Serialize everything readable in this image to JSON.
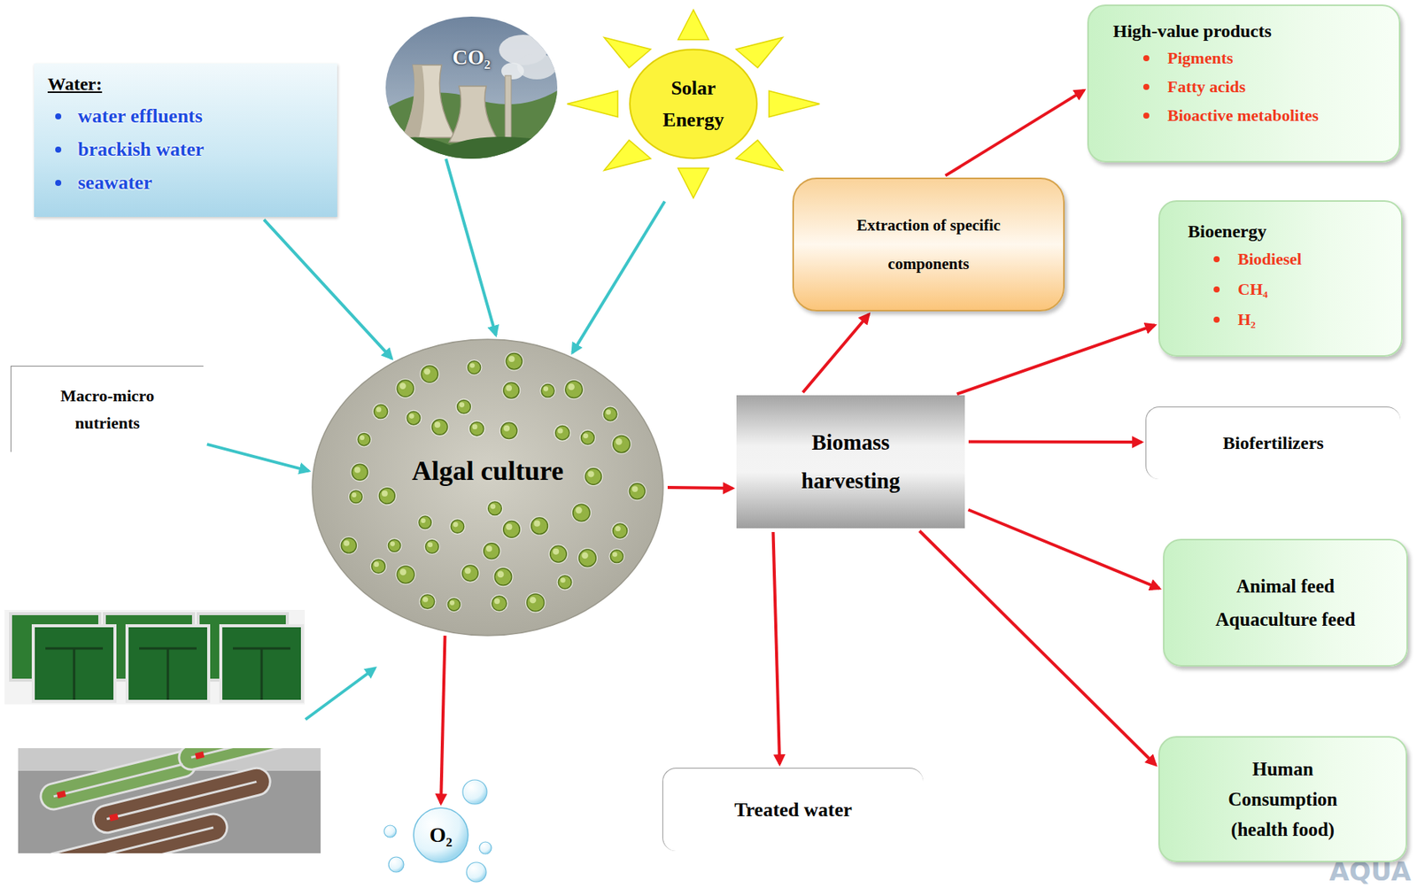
{
  "diagram": {
    "nodes": [
      {
        "text": [
          "Water:",
          "water effluents",
          "brackish water",
          "seawater"
        ]
      },
      {
        "text": [
          "CO₂"
        ]
      },
      {
        "text": [
          "Solar Energy"
        ]
      },
      {
        "text": [
          "Macro-micro nutrients"
        ]
      },
      {
        "text": [
          "Algal culture"
        ]
      },
      {
        "text": [
          "Biomass harvesting"
        ]
      },
      {
        "text": [
          "Extraction of specific components"
        ]
      },
      {
        "text": [
          "High-value products",
          "Pigments",
          "Fatty acids",
          "Bioactive metabolites"
        ]
      },
      {
        "text": [
          "Bioenergy",
          "Biodiesel",
          "CH₄",
          "H₂"
        ]
      },
      {
        "text": [
          "Biofertilizers"
        ]
      },
      {
        "text": [
          "Animal feed",
          "Aquaculture feed"
        ]
      },
      {
        "text": [
          "Human Consumption (health food)"
        ]
      },
      {
        "text": [
          "Treated water"
        ]
      },
      {
        "text": [
          "O₂"
        ]
      }
    ],
    "edges": [
      {
        "from": 0,
        "to": 4,
        "arrow": "to"
      },
      {
        "from": 1,
        "to": 4,
        "arrow": "to"
      },
      {
        "from": 2,
        "to": 4,
        "arrow": "to"
      },
      {
        "from": 3,
        "to": 4,
        "arrow": "to"
      },
      {
        "from": 4,
        "to": 5,
        "arrow": "to"
      },
      {
        "from": 4,
        "to": 13,
        "arrow": "to"
      },
      {
        "from": 5,
        "to": 6,
        "arrow": "to"
      },
      {
        "from": 6,
        "to": 7,
        "arrow": "to"
      },
      {
        "from": 5,
        "to": 8,
        "arrow": "to"
      },
      {
        "from": 5,
        "to": 9,
        "arrow": "to"
      },
      {
        "from": 5,
        "to": 10,
        "arrow": "to"
      },
      {
        "from": 5,
        "to": 11,
        "arrow": "to"
      },
      {
        "from": 5,
        "to": 12,
        "arrow": "to"
      }
    ],
    "labels": [
      "AQUA"
    ]
  }
}
